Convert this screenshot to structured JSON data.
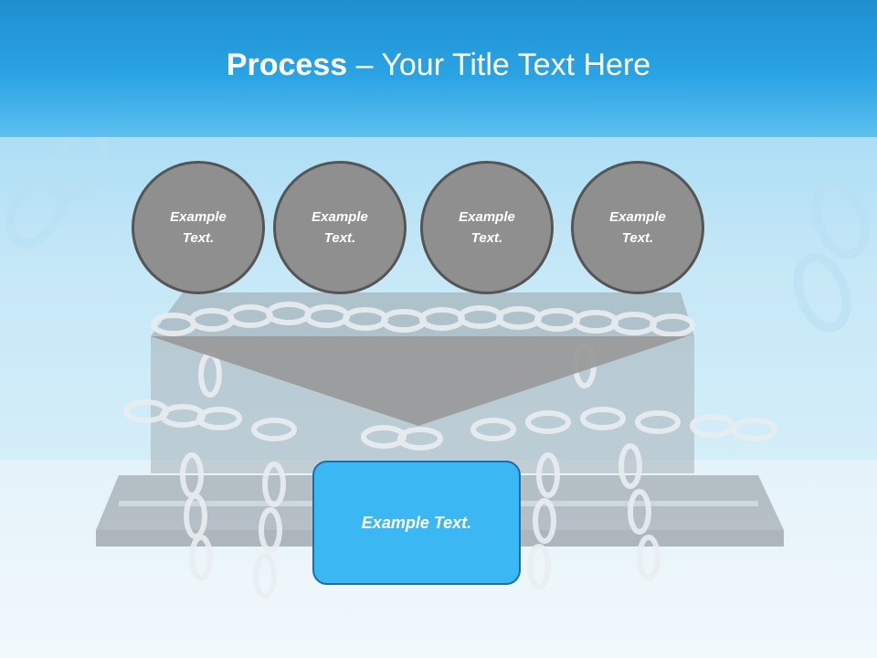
{
  "slide": {
    "title_bold": "Process",
    "title_rest": " – Your Title Text Here",
    "circles": [
      "Example Text.",
      "Example Text.",
      "Example Text.",
      "Example Text."
    ],
    "result_text": "Example Text."
  },
  "colors": {
    "header": "#1f8fd0",
    "circle_fill": "#8f8f8f",
    "circle_border": "#555555",
    "funnel": "#999999",
    "result_box": "#3bb8f3"
  },
  "icons": {
    "background_image": "chained-laptop-image"
  }
}
